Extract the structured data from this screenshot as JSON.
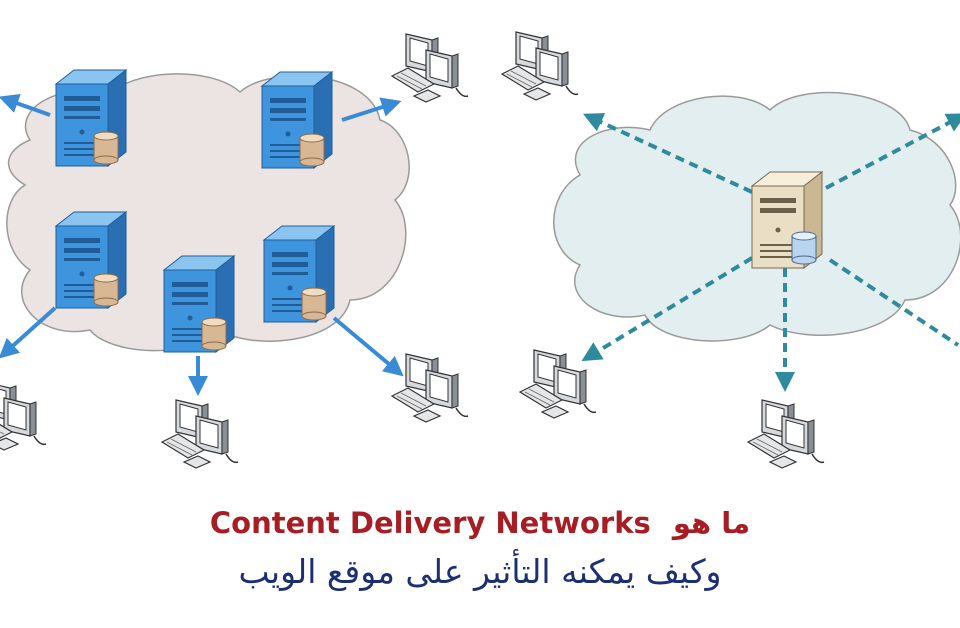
{
  "title": {
    "english": "Content Delivery Networks",
    "arabic": "ما هو"
  },
  "subtitle": "وكيف يمكنه التأثير على موقع الويب",
  "colors": {
    "cdn_cloud_fill": "#ece3e3",
    "origin_cloud_fill": "#e2eeef",
    "cloud_stroke": "#9a9a9a",
    "edge_server": "#3b8ed8",
    "origin_server": "#e8dcc0",
    "solid_arrow": "#3a8bd6",
    "dashed_arrow": "#2f8a9e",
    "title_red": "#a61d24",
    "subtitle_blue": "#1c2f73"
  },
  "icons": [
    "blue-server-icon",
    "beige-server-icon",
    "workstation-icon",
    "database-icon",
    "arrow-icon"
  ]
}
